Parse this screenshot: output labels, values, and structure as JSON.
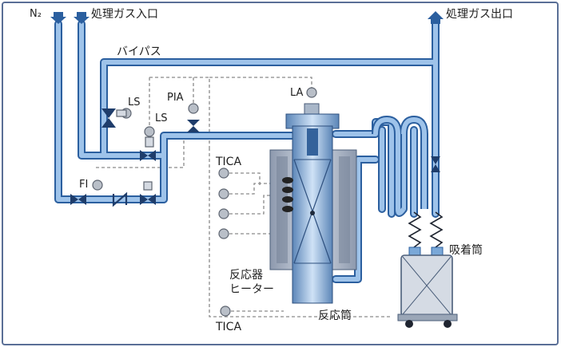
{
  "labels": {
    "n2": "N₂",
    "gas_inlet": "処理ガス入口",
    "gas_outlet": "処理ガス出口",
    "bypass": "バイパス",
    "ls_1": "LS",
    "ls_2": "LS",
    "pia": "PIA",
    "la": "LA",
    "fi": "FI",
    "tica_upper": "TICA",
    "tica_lower": "TICA",
    "reactor_heater_line1": "反応器",
    "reactor_heater_line2": "ヒーター",
    "reaction_tube": "反応筒",
    "adsorption_tube": "吸着筒"
  },
  "colors": {
    "pipe_fill": "#9ec3ea",
    "pipe_stroke": "#2b5f9f",
    "frame": "#5a6f96",
    "dashed": "#8a8a8a",
    "instrument": "#b9bfc8"
  }
}
